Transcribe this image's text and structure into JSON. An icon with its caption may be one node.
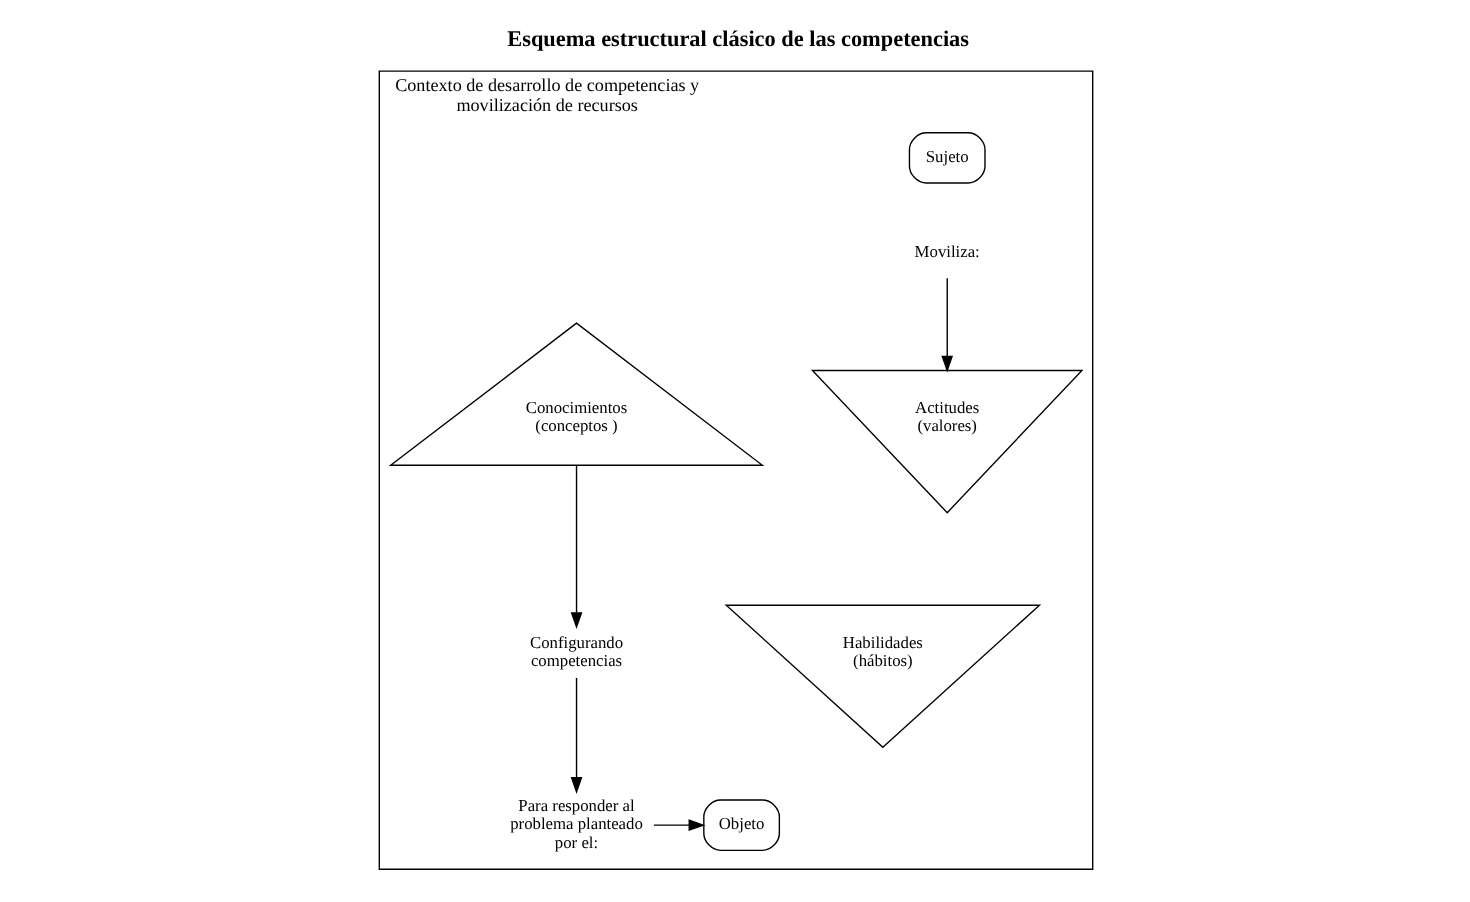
{
  "diagram": {
    "title": "Esquema estructural clásico de las competencias",
    "nodes": [
      {
        "text": [
          "Contexto de desarrollo de competencias y movilización de recursos"
        ]
      },
      {
        "text": [
          "Sujeto"
        ],
        "in": 0
      },
      {
        "text": [
          "Moviliza:"
        ],
        "in": 0
      },
      {
        "text": [
          "Actitudes",
          "(valores)"
        ],
        "in": 0
      },
      {
        "text": [
          "Conocimientos",
          "(conceptos )"
        ],
        "in": 0
      },
      {
        "text": [
          "Habilidades",
          "(hábitos)"
        ],
        "in": 0
      },
      {
        "text": [
          "Configurando competencias"
        ],
        "in": 0
      },
      {
        "text": [
          "Para responder al problema planteado por el:"
        ],
        "in": 0
      },
      {
        "text": [
          "Objeto"
        ],
        "in": 0
      }
    ],
    "edges": [
      {
        "from": 2,
        "to": 3,
        "arrow": "to"
      },
      {
        "from": 4,
        "to": 6,
        "arrow": "to"
      },
      {
        "from": 6,
        "to": 7,
        "arrow": "to"
      },
      {
        "from": 7,
        "to": 8,
        "arrow": "to"
      }
    ]
  }
}
